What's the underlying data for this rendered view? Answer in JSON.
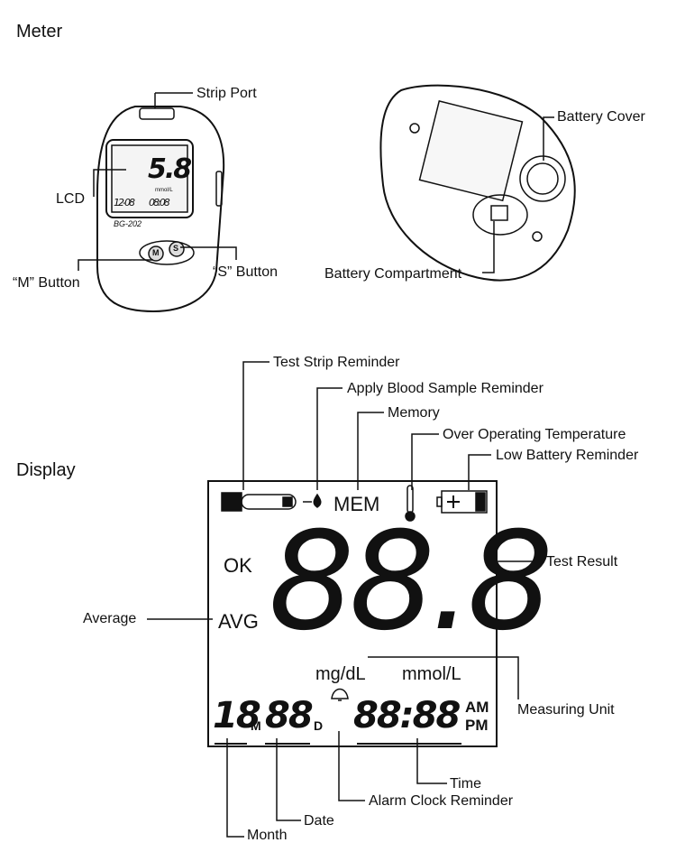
{
  "sections": {
    "meter": "Meter",
    "display": "Display"
  },
  "meter_labels": {
    "strip_port": "Strip Port",
    "lcd": "LCD",
    "m_button": "“M” Button",
    "s_button": "“S” Button",
    "battery_cover": "Battery Cover",
    "battery_compartment": "Battery Compartment"
  },
  "device": {
    "reading": "5.8",
    "unit": "mmol/L",
    "date": "12-08",
    "time": "08:08",
    "model": "BG-202",
    "m_key": "M",
    "s_key": "S"
  },
  "display_labels": {
    "test_strip_reminder": "Test Strip Reminder",
    "apply_blood": "Apply Blood Sample Reminder",
    "memory": "Memory",
    "over_temp": "Over Operating Temperature",
    "low_battery": "Low Battery Reminder",
    "test_result": "Test Result",
    "average": "Average",
    "measuring_unit": "Measuring Unit",
    "time": "Time",
    "alarm": "Alarm Clock Reminder",
    "date": "Date",
    "month": "Month"
  },
  "lcd": {
    "mem": "MEM",
    "ok": "OK",
    "avg": "AVG",
    "result_digits": "88.8",
    "unit_mgdl": "mg/dL",
    "unit_mmol": "mmol/L",
    "month_digits": "18",
    "m_marker": "M",
    "date_digits": "88",
    "d_marker": "D",
    "time_digits": "88:88",
    "am": "AM",
    "pm": "PM"
  }
}
